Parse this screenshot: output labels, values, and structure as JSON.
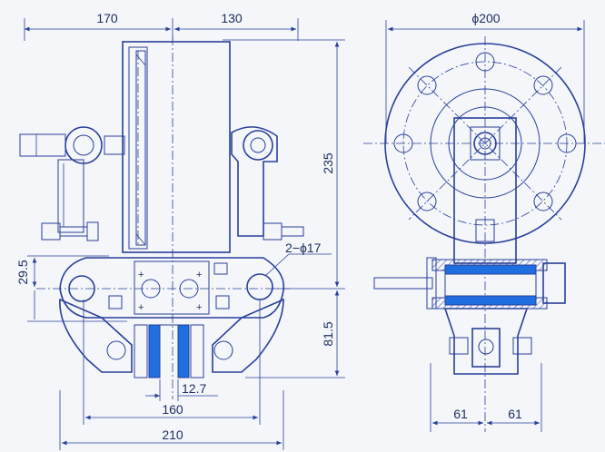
{
  "dimensions": {
    "d170": "170",
    "d130": "130",
    "d235": "235",
    "d29_5": "29.5",
    "d81_5": "81.5",
    "d2phi17": "2−ϕ17",
    "d12_7": "12.7",
    "d160": "160",
    "d210": "210",
    "phi200": "ϕ200",
    "d61_left": "61",
    "d61_right": "61"
  },
  "colors": {
    "line": "#2a3f99",
    "accent": "#1f6fe0",
    "background": "#f4f6fa"
  }
}
